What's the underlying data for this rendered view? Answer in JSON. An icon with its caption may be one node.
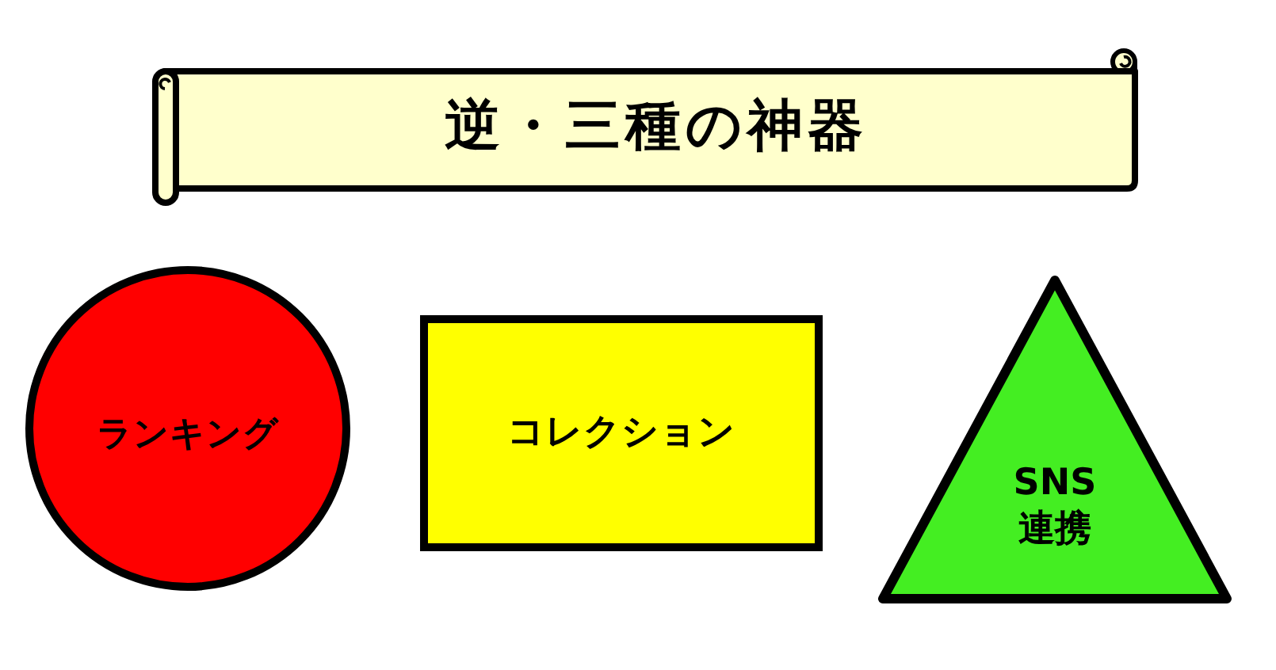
{
  "diagram": {
    "title": "逆・三種の神器",
    "nodes": [
      {
        "text": [
          "ランキング"
        ]
      },
      {
        "text": [
          "コレクション"
        ]
      },
      {
        "text": [
          "SNS連携"
        ]
      }
    ]
  }
}
